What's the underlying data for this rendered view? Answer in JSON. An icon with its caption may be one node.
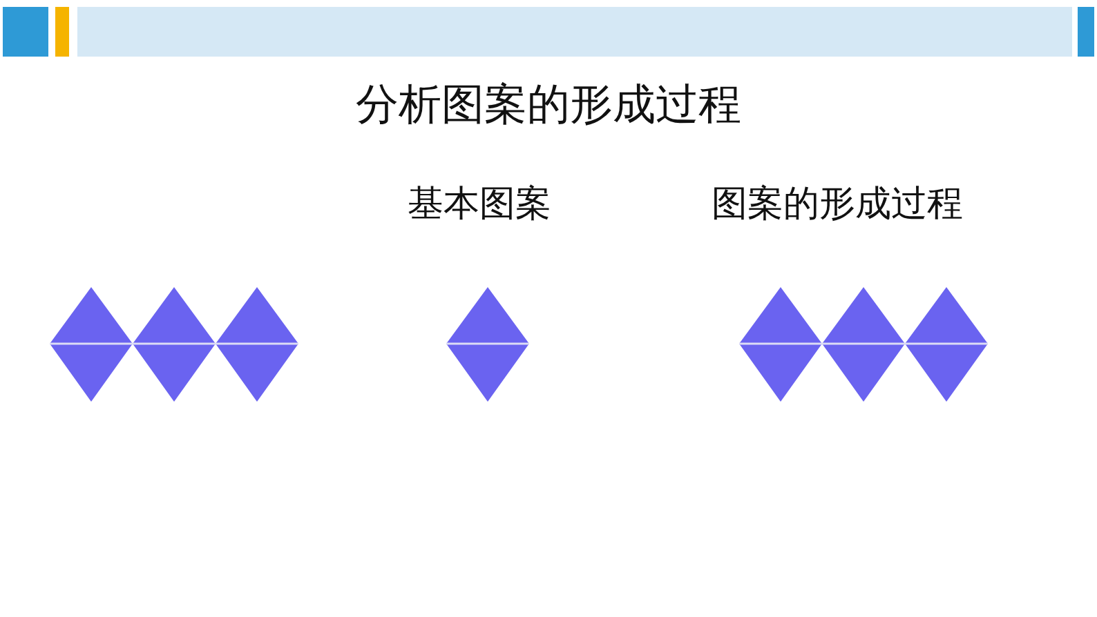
{
  "diagram": {
    "title": "分析图案的形成过程",
    "labels": [
      "基本图案",
      "图案的形成过程"
    ]
  }
}
